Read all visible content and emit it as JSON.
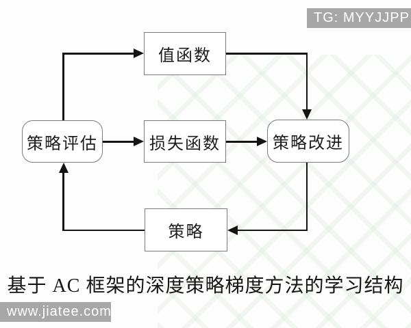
{
  "badges": {
    "tg": "TG: MYYJJPP",
    "site": "www.jiatee.com"
  },
  "diagram": {
    "nodes": [
      {
        "id": "value-function",
        "label": "值函数",
        "shape": "rect"
      },
      {
        "id": "policy-evaluation",
        "label": "策略评估",
        "shape": "rounded"
      },
      {
        "id": "loss-function",
        "label": "损失函数",
        "shape": "rect"
      },
      {
        "id": "policy-improvement",
        "label": "策略改进",
        "shape": "rounded"
      },
      {
        "id": "policy",
        "label": "策略",
        "shape": "rect"
      }
    ],
    "edges": [
      {
        "from": "策略评估",
        "to": "值函数"
      },
      {
        "from": "值函数",
        "to": "策略改进"
      },
      {
        "from": "策略评估",
        "to": "损失函数"
      },
      {
        "from": "损失函数",
        "to": "策略改进"
      },
      {
        "from": "策略改进",
        "to": "策略"
      },
      {
        "from": "策略",
        "to": "策略评估"
      }
    ],
    "caption": "基于 AC 框架的深度策略梯度方法的学习结构"
  },
  "colors": {
    "background": "#fdfdfd",
    "badge_background": "#a7a7a7",
    "badge_text": "#ffffff",
    "box_border": "#7a7a7a",
    "arrow_line": "#141414",
    "watermark_pattern": "#c3dcc6"
  }
}
